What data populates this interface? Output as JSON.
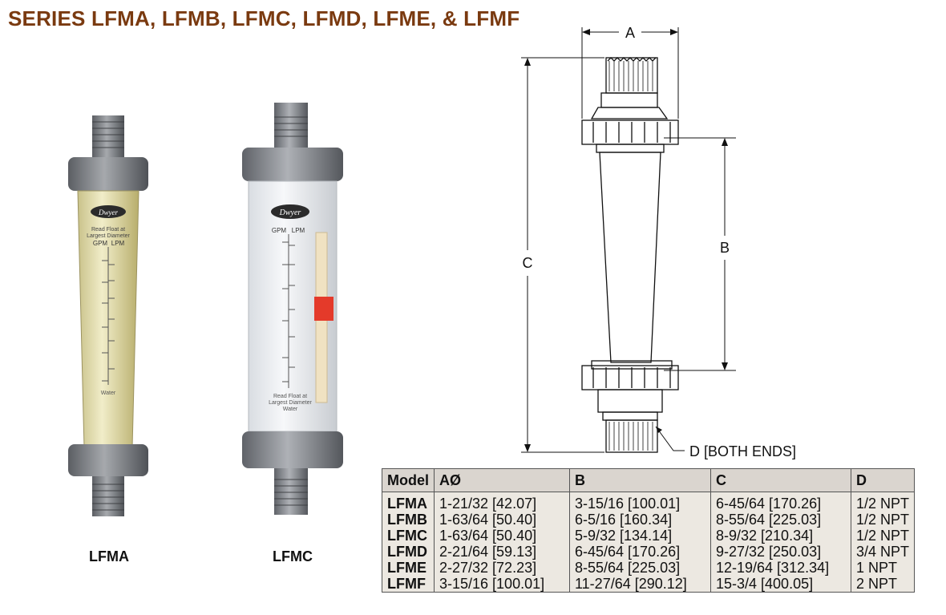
{
  "title": "SERIES LFMA, LFMB, LFMC, LFMD, LFME, & LFMF",
  "photos": [
    {
      "caption": "LFMA",
      "brand": "Dwyer",
      "note": "Read Float at Largest Diameter",
      "left_unit": "GPM",
      "right_unit": "LPM",
      "liquid": "Water"
    },
    {
      "caption": "LFMC",
      "brand": "Dwyer",
      "note": "Read Float at Largest Diameter",
      "left_unit": "GPM",
      "right_unit": "LPM",
      "liquid": "Water"
    }
  ],
  "drawing": {
    "dim_a": "A",
    "dim_b": "B",
    "dim_c": "C",
    "dim_d": "D [BOTH ENDS]"
  },
  "table": {
    "headers": [
      "Model",
      "AØ",
      "B",
      "C",
      "D"
    ],
    "rows": [
      [
        "LFMA",
        "1-21/32 [42.07]",
        "3-15/16 [100.01]",
        "6-45/64 [170.26]",
        "1/2 NPT"
      ],
      [
        "LFMB",
        "1-63/64 [50.40]",
        "6-5/16 [160.34]",
        "8-55/64 [225.03]",
        "1/2 NPT"
      ],
      [
        "LFMC",
        "1-63/64 [50.40]",
        "5-9/32 [134.14]",
        "8-9/32 [210.34]",
        "1/2 NPT"
      ],
      [
        "LFMD",
        "2-21/64 [59.13]",
        "6-45/64 [170.26]",
        "9-27/32 [250.03]",
        "3/4 NPT"
      ],
      [
        "LFME",
        "2-27/32 [72.23]",
        "8-55/64 [225.03]",
        "12-19/64 [312.34]",
        "1 NPT"
      ],
      [
        "LFMF",
        "3-15/16 [100.01]",
        "11-27/64 [290.12]",
        "15-3/4 [400.05]",
        "2 NPT"
      ]
    ]
  }
}
